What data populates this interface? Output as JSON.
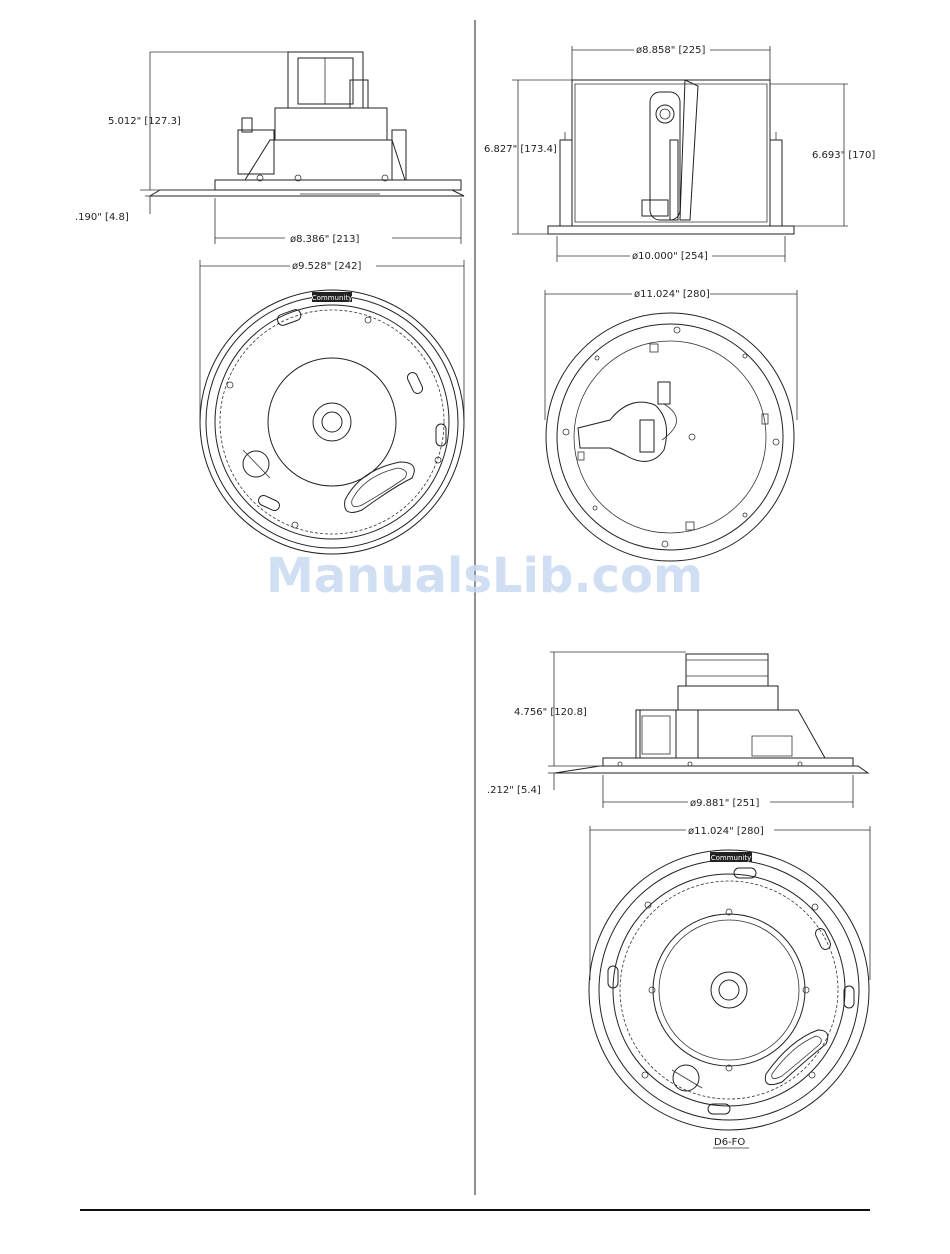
{
  "labels": {
    "tl_height": "5.012\" [127.3]",
    "tl_flange": ".190\" [4.8]",
    "tl_bottom": "ø8.386\" [213]",
    "tl_round_dia": "ø9.528\" [242]",
    "tr_top": "ø8.858\" [225]",
    "tr_left": "6.827\" [173.4]",
    "tr_right": "6.693\" [170]",
    "tr_bottom": "ø10.000\" [254]",
    "tr_round_dia": "ø11.024\" [280]",
    "br_height": "4.756\" [120.8]",
    "br_flange": ".212\" [5.4]",
    "br_bottom": "ø9.881\" [251]",
    "br_round_dia": "ø11.024\" [280]",
    "model_caption": "D6-FO"
  },
  "logo_text": "Community",
  "watermark": "ManualsLib.com",
  "colors": {
    "line": "#222222",
    "watermark": "#c8daf3"
  }
}
